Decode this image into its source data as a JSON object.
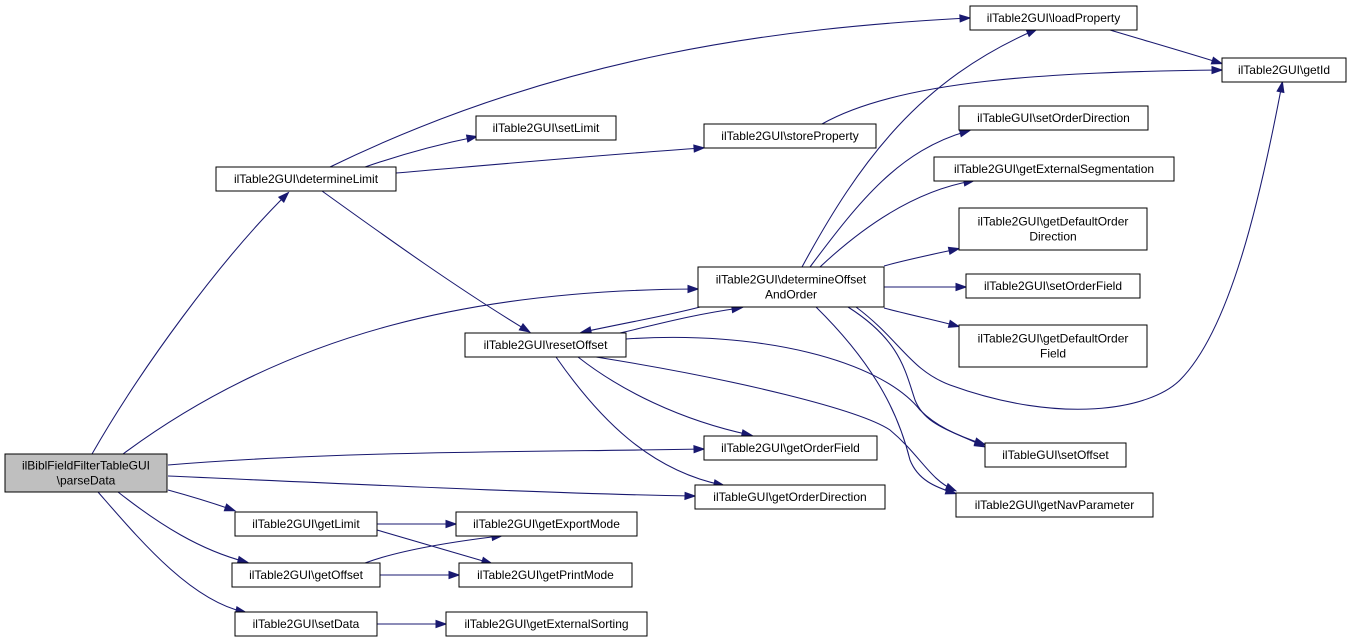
{
  "colors": {
    "edge": "#191970",
    "root_fill": "#bfbfbf",
    "node_fill": "#ffffff",
    "border": "#000000"
  },
  "nodes": {
    "root": {
      "lines": [
        "ilBiblFieldFilterTableGUI",
        "\\parseData"
      ]
    },
    "determineLimit": {
      "lines": [
        "ilTable2GUI\\determineLimit"
      ]
    },
    "loadProperty": {
      "lines": [
        "ilTable2GUI\\loadProperty"
      ]
    },
    "getId": {
      "lines": [
        "ilTable2GUI\\getId"
      ]
    },
    "setLimit": {
      "lines": [
        "ilTable2GUI\\setLimit"
      ]
    },
    "storeProperty": {
      "lines": [
        "ilTable2GUI\\storeProperty"
      ]
    },
    "setOrderDirection": {
      "lines": [
        "ilTableGUI\\setOrderDirection"
      ]
    },
    "getExternalSegmentation": {
      "lines": [
        "ilTable2GUI\\getExternalSegmentation"
      ]
    },
    "getDefaultOrderDirection": {
      "lines": [
        "ilTable2GUI\\getDefaultOrder",
        "Direction"
      ]
    },
    "determineOffsetAndOrder": {
      "lines": [
        "ilTable2GUI\\determineOffset",
        "AndOrder"
      ]
    },
    "setOrderField": {
      "lines": [
        "ilTable2GUI\\setOrderField"
      ]
    },
    "getDefaultOrderField": {
      "lines": [
        "ilTable2GUI\\getDefaultOrder",
        "Field"
      ]
    },
    "resetOffset": {
      "lines": [
        "ilTable2GUI\\resetOffset"
      ]
    },
    "getOrderField": {
      "lines": [
        "ilTable2GUI\\getOrderField"
      ]
    },
    "setOffset": {
      "lines": [
        "ilTableGUI\\setOffset"
      ]
    },
    "getOrderDirection": {
      "lines": [
        "ilTableGUI\\getOrderDirection"
      ]
    },
    "getNavParameter": {
      "lines": [
        "ilTable2GUI\\getNavParameter"
      ]
    },
    "getLimit": {
      "lines": [
        "ilTable2GUI\\getLimit"
      ]
    },
    "getExportMode": {
      "lines": [
        "ilTable2GUI\\getExportMode"
      ]
    },
    "getOffset": {
      "lines": [
        "ilTable2GUI\\getOffset"
      ]
    },
    "getPrintMode": {
      "lines": [
        "ilTable2GUI\\getPrintMode"
      ]
    },
    "setData": {
      "lines": [
        "ilTable2GUI\\setData"
      ]
    },
    "getExternalSorting": {
      "lines": [
        "ilTable2GUI\\getExternalSorting"
      ]
    }
  }
}
